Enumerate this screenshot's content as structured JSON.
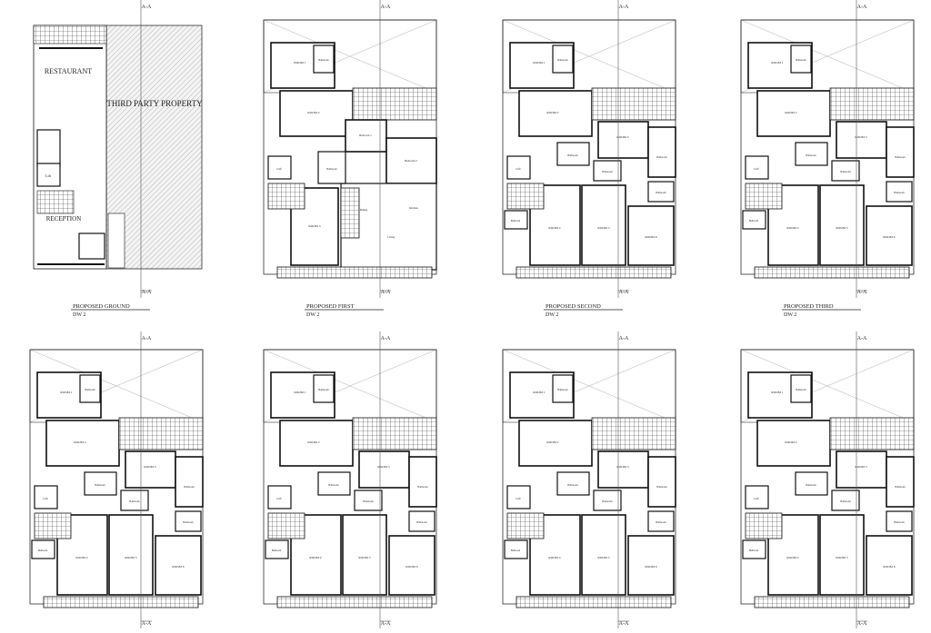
{
  "section_marker": "A-A",
  "sheet_label": "DW 2",
  "plans": [
    {
      "title": "PROPOSED GROUND",
      "kind": "ground"
    },
    {
      "title": "PROPOSED FIRST",
      "kind": "first"
    },
    {
      "title": "PROPOSED SECOND",
      "kind": "upper"
    },
    {
      "title": "PROPOSED THIRD",
      "kind": "upper"
    },
    {
      "title": "",
      "kind": "upper"
    },
    {
      "title": "",
      "kind": "upper"
    },
    {
      "title": "",
      "kind": "upper"
    },
    {
      "title": "",
      "kind": "upper"
    }
  ],
  "ground_labels": {
    "restaurant": "RESTAURANT",
    "third_party": "THIRD PARTY PROPERTY",
    "reception": "RECEPTION",
    "lift": "Lift"
  },
  "room_labels": {
    "room": "ROOM",
    "bathroom": "Bathroom",
    "lift": "Lift",
    "bedroom1": "Bedroom 1",
    "bedroom2": "Bedroom 2",
    "dining": "Dining",
    "kitchen": "Kitchen",
    "living": "Living"
  },
  "colors": {
    "line": "#111111",
    "hatch": "#9a9a9a",
    "void": "#bdbdbd"
  }
}
